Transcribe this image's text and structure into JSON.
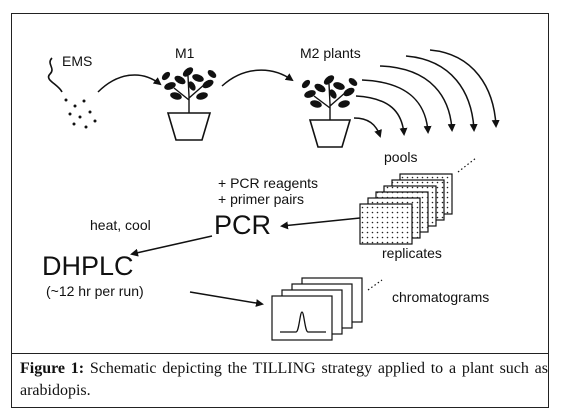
{
  "diagram": {
    "labels": {
      "ems": "EMS",
      "m1": "M1",
      "m2": "M2 plants",
      "pools": "pools",
      "pcr_reagents": "+ PCR reagents",
      "primer_pairs": "+ primer pairs",
      "heat_cool": "heat, cool",
      "pcr": "PCR",
      "dhplc": "DHPLC",
      "run_time": "(~12 hr per run)",
      "replicates": "replicates",
      "chromatograms": "chromatograms"
    }
  },
  "caption": {
    "label": "Figure 1:",
    "text": "Schematic depicting the TILLING strategy applied to a plant such as arabidopis."
  }
}
